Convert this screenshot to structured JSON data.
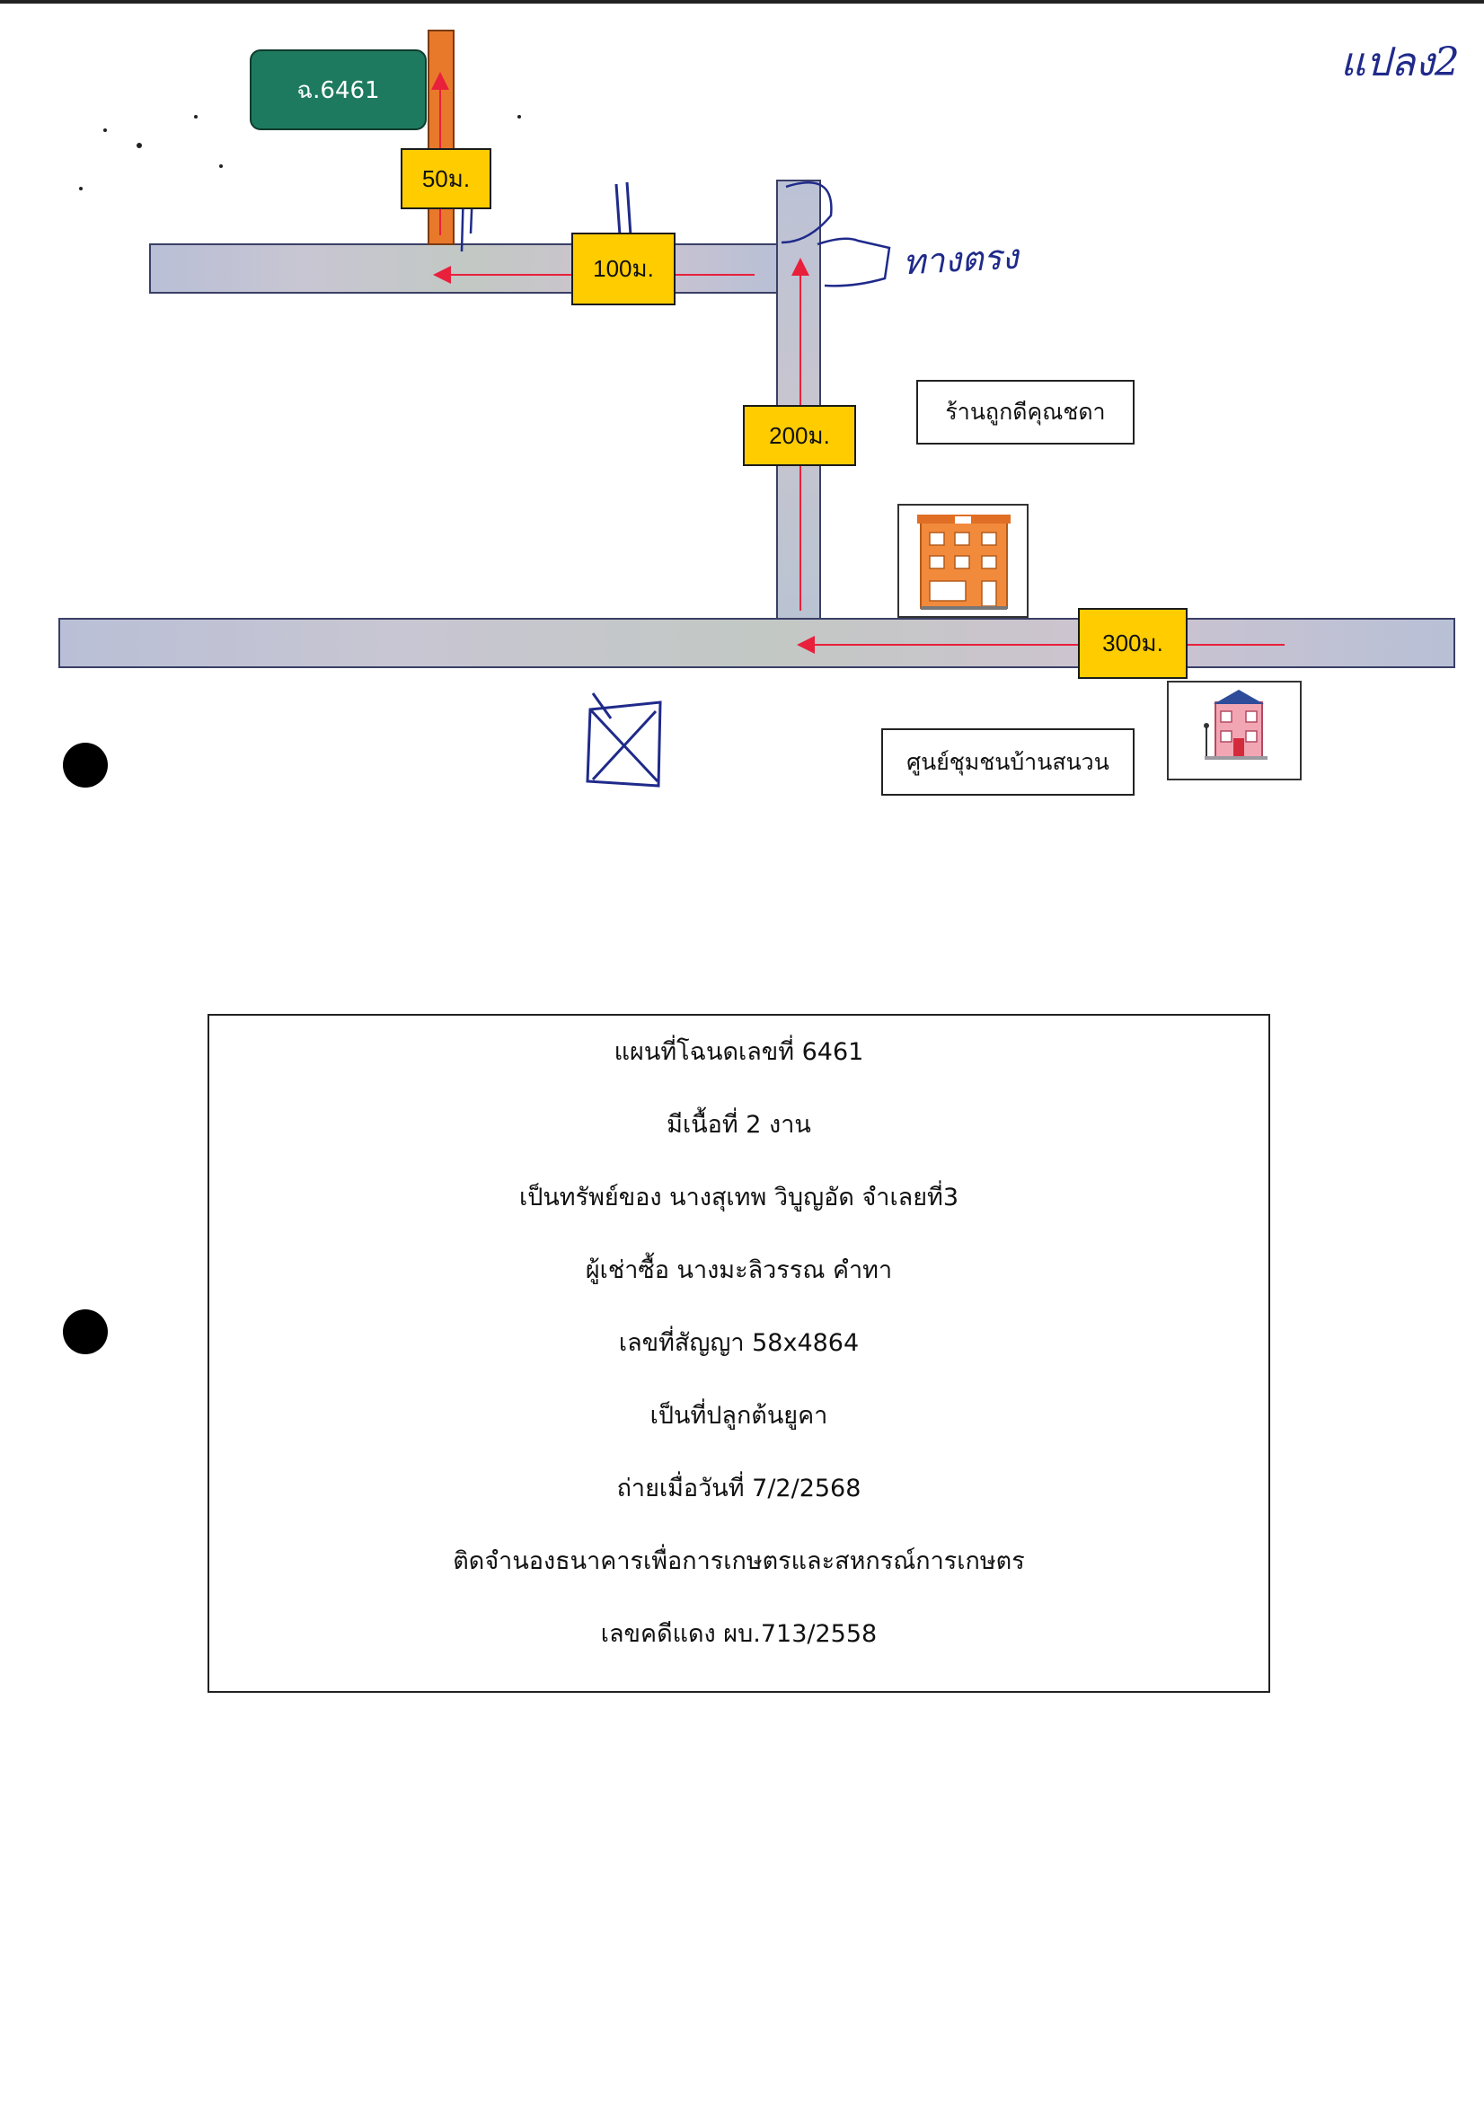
{
  "page_corner_note": "แปลง2",
  "map": {
    "plot_sign": {
      "label": "ฉ.6461",
      "color": "#1e7a5f"
    },
    "distances": {
      "d50": "50ม.",
      "d100": "100ม.",
      "d200": "200ม.",
      "d300": "300ม."
    },
    "landmarks": {
      "shop_label": "ร้านถูกดีคุณชดา",
      "center_label": "ศูนย์ชุมชนบ้านสนวน"
    },
    "handwritten_note": "ทางตรง",
    "colors": {
      "road": "#c4c4d2",
      "side_road": "#e8792b",
      "arrow": "#e8203b",
      "distance_box": "#ffcc00",
      "pen": "#1f2a8a"
    }
  },
  "info": {
    "lines": [
      "แผนที่โฉนดเลขที่  6461",
      "มีเนื้อที่ 2 งาน",
      "เป็นทรัพย์ของ นางสุเทพ วิบูญอัด จำเลยที่3",
      "ผู้เช่าซื้อ นางมะลิวรรณ คำทา",
      "เลขที่สัญญา 58x4864",
      "เป็นที่ปลูกต้นยูคา",
      "ถ่ายเมื่อวันที่ 7/2/2568",
      "ติดจำนองธนาคารเพื่อการเกษตรและสหกรณ์การเกษตร",
      "เลขคดีแดง ผบ.713/2558"
    ]
  }
}
